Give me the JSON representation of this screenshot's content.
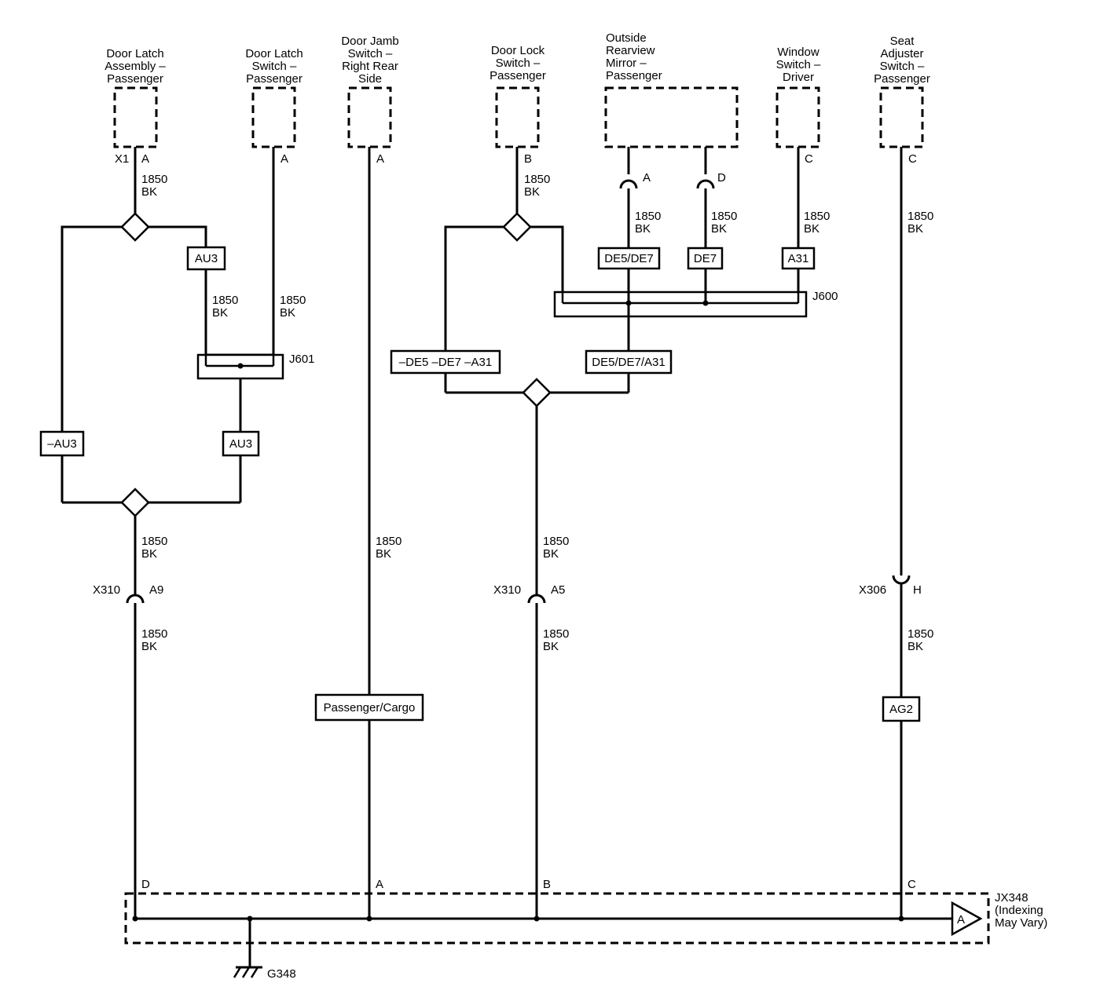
{
  "components": {
    "door_latch_assembly": [
      "Door Latch",
      "Assembly –",
      "Passenger"
    ],
    "door_latch_switch": [
      "Door Latch",
      "Switch –",
      "Passenger"
    ],
    "door_jamb_switch": [
      "Door Jamb",
      "Switch –",
      "Right Rear",
      "Side"
    ],
    "door_lock_switch": [
      "Door Lock",
      "Switch –",
      "Passenger"
    ],
    "outside_mirror": [
      "Outside",
      "Rearview",
      "Mirror –",
      "Passenger"
    ],
    "window_switch": [
      "Window",
      "Switch –",
      "Driver"
    ],
    "seat_adjuster": [
      "Seat",
      "Adjuster",
      "Switch –",
      "Passenger"
    ]
  },
  "pins": {
    "latch_connector": "X1",
    "latch_pin": "A",
    "latch_switch_pin": "A",
    "jamb_pin": "A",
    "lock_pin": "B",
    "mirror_pin_a": "A",
    "mirror_pin_d": "D",
    "window_pin": "C",
    "seat_pin": "C"
  },
  "wire": {
    "circuit": "1850",
    "color": "BK"
  },
  "option_boxes": {
    "au3_top": "AU3",
    "not_au3": "–AU3",
    "au3_bottom": "AU3",
    "de5_de7": "DE5/DE7",
    "de7": "DE7",
    "a31": "A31",
    "not_de5_de7_a31": "–DE5 –DE7 –A31",
    "de5_de7_a31": "DE5/DE7/A31",
    "passenger_cargo": "Passenger/Cargo",
    "ag2": "AG2"
  },
  "splices": {
    "j601": "J601",
    "j600": "J600"
  },
  "inline_connectors": {
    "x310_left": {
      "name": "X310",
      "pin": "A9"
    },
    "x310_right": {
      "name": "X310",
      "pin": "A5"
    },
    "x306": {
      "name": "X306",
      "pin": "H"
    }
  },
  "junction_block": {
    "name": "JX348",
    "note_line1": "(Indexing",
    "note_line2": "May Vary)",
    "pins": [
      "D",
      "A",
      "B",
      "C"
    ],
    "reference": "A"
  },
  "ground": "G348"
}
